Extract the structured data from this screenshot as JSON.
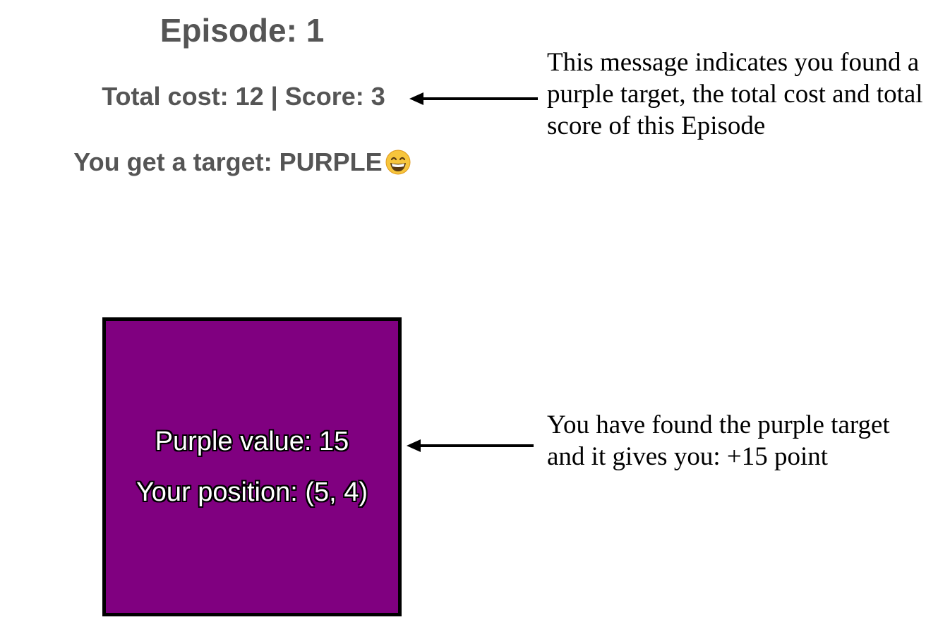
{
  "game": {
    "episode_label": "Episode: 1",
    "status_text": "Total cost: 12 | Score: 3",
    "message_text": "You get a target: PURPLE",
    "message_emoji": "grinning-face-icon",
    "cell": {
      "color": "#800080",
      "value_text": "Purple value: 15",
      "position_text": "Your position: (5, 4)"
    }
  },
  "annotations": {
    "top_note": "This message indicates you found a purple target, the total cost and total score of this Episode",
    "bottom_note": "You have found the purple target and it gives you: +15 point"
  }
}
